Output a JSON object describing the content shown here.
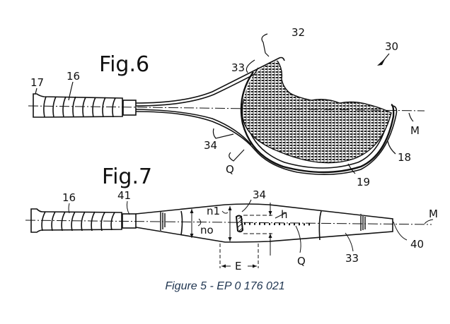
{
  "figure": {
    "fig6": {
      "title": "Fig.6",
      "labels": {
        "l17": "17",
        "l16": "16",
        "l33": "33",
        "l32": "32",
        "l30": "30",
        "l34": "34",
        "lQ": "Q",
        "lM": "M",
        "l18": "18",
        "l19": "19"
      }
    },
    "fig7": {
      "title": "Fig.7",
      "labels": {
        "l16": "16",
        "l41": "41",
        "l34": "34",
        "ln1": "n1",
        "ln0": "no",
        "lh": "h",
        "lM": "M",
        "l40": "40",
        "l33": "33",
        "lQ": "Q",
        "lE": "E"
      }
    }
  },
  "caption": "Figure 5 - EP 0 176 021",
  "colors": {
    "caption": "#1f3550",
    "ink": "#111111"
  }
}
